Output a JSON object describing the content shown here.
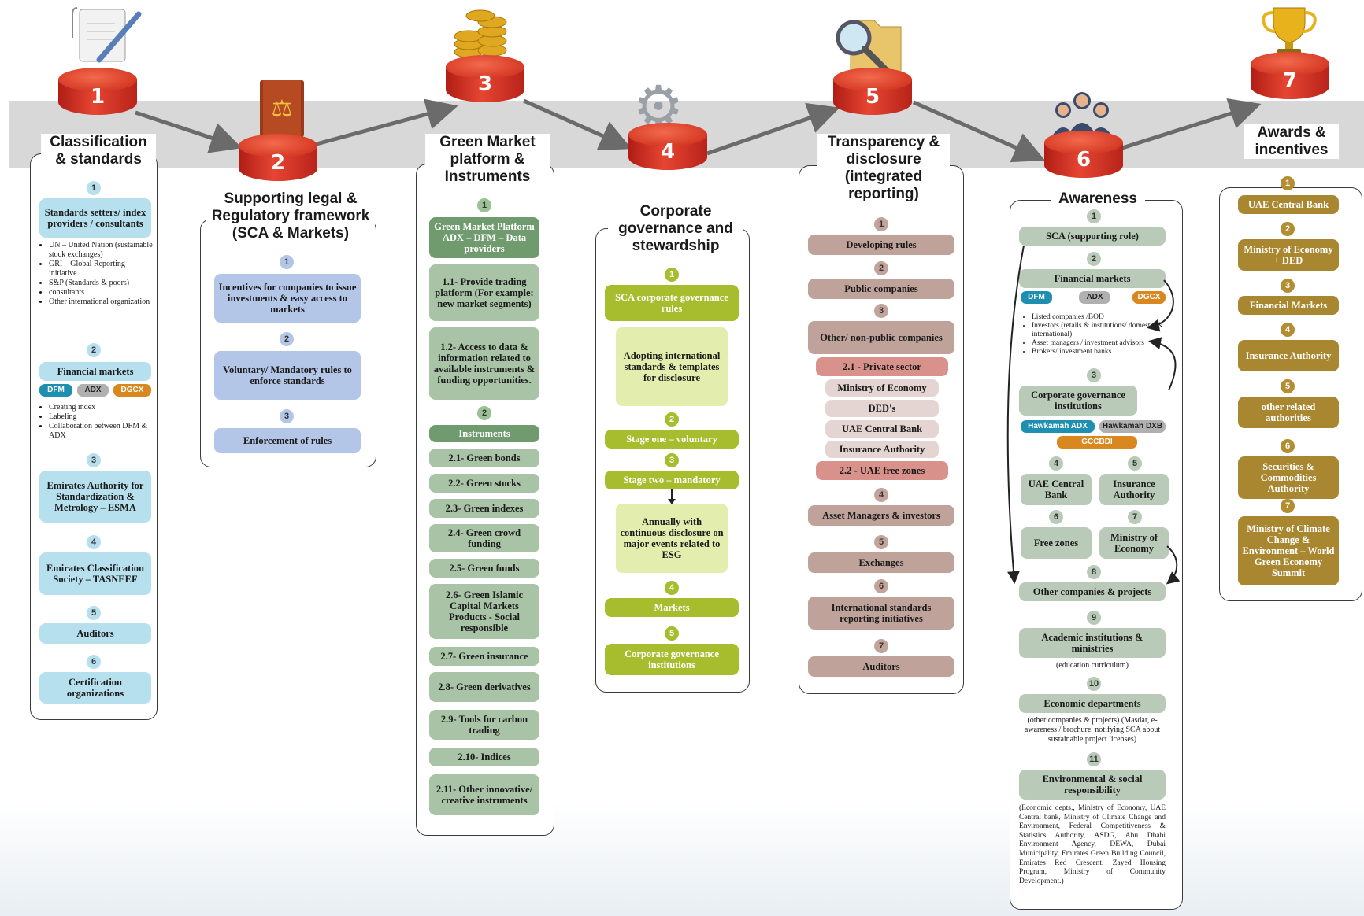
{
  "steps": [
    {
      "num": "1",
      "title": "Classification & standards",
      "icon": "document-pen-icon"
    },
    {
      "num": "2",
      "title": "Supporting legal & Regulatory framework (SCA & Markets)",
      "icon": "law-book-icon"
    },
    {
      "num": "3",
      "title": "Green Market platform & Instruments",
      "icon": "coins-icon"
    },
    {
      "num": "4",
      "title": "Corporate governance and stewardship",
      "icon": "gear-icon"
    },
    {
      "num": "5",
      "title": "Transparency & disclosure (integrated reporting)",
      "icon": "magnifier-folder-icon"
    },
    {
      "num": "6",
      "title": "Awareness",
      "icon": "people-icon"
    },
    {
      "num": "7",
      "title": "Awards & incentives",
      "icon": "trophy-icon"
    }
  ],
  "col1": {
    "items": [
      {
        "n": "1",
        "label": "Standards setters/ index providers / consultants"
      },
      {
        "n": "2",
        "label": "Financial markets"
      },
      {
        "n": "3",
        "label": "Emirates Authority for Standardization & Metrology – ESMA"
      },
      {
        "n": "4",
        "label": "Emirates Classification Society – TASNEEF"
      },
      {
        "n": "5",
        "label": "Auditors"
      },
      {
        "n": "6",
        "label": "Certification organizations"
      }
    ],
    "bullets1": [
      "UN – United Nation (sustainable stock exchanges)",
      "GRI – Global Reporting initiative",
      "S&P (Standards & poors)",
      "consultants",
      "Other international organization"
    ],
    "tags": [
      "DFM",
      "ADX",
      "DGCX"
    ],
    "bullets2": [
      "Creating index",
      "Labeling",
      "Collaboration between DFM & ADX"
    ]
  },
  "col2": {
    "items": [
      {
        "n": "1",
        "label": "Incentives for companies to issue investments & easy access to markets"
      },
      {
        "n": "2",
        "label": "Voluntary/ Mandatory rules to enforce standards"
      },
      {
        "n": "3",
        "label": "Enforcement of rules"
      }
    ]
  },
  "col3": {
    "n1": "1",
    "head1": "Green Market Platform ADX – DFM – Data providers",
    "sub1": [
      "1.1- Provide trading platform (For example: new market segments)",
      "1.2- Access to data & information related to available instruments & funding opportunities."
    ],
    "n2": "2",
    "head2": "Instruments",
    "sub2": [
      "2.1- Green bonds",
      "2.2- Green stocks",
      "2.3- Green indexes",
      "2.4- Green crowd funding",
      "2.5- Green funds",
      "2.6- Green Islamic Capital Markets Products - Social responsible",
      "2.7- Green insurance",
      "2.8- Green derivatives",
      "2.9- Tools for carbon trading",
      "2.10- Indices",
      "2.11- Other innovative/ creative instruments"
    ]
  },
  "col4": {
    "items": [
      {
        "n": "1",
        "label": "SCA corporate governance rules"
      },
      {
        "n": "",
        "label": "Adopting international standards & templates for disclosure"
      },
      {
        "n": "2",
        "label": "Stage one – voluntary"
      },
      {
        "n": "3",
        "label": "Stage two – mandatory"
      },
      {
        "n": "",
        "label": "Annually with continuous disclosure on major events related to ESG"
      },
      {
        "n": "4",
        "label": "Markets"
      },
      {
        "n": "5",
        "label": "Corporate governance institutions"
      }
    ]
  },
  "col5": {
    "items": [
      "Developing rules",
      "Public companies",
      "Other/ non-public companies",
      "2.1 - Private sector",
      "Ministry of Economy",
      "DED's",
      "UAE Central Bank",
      "Insurance Authority",
      "2.2 - UAE free zones",
      "Asset Managers & investors",
      "Exchanges",
      "International standards reporting initiatives",
      "Auditors"
    ],
    "nums": [
      "1",
      "2",
      "3",
      "4",
      "5",
      "6",
      "7"
    ]
  },
  "col6": {
    "nums": [
      "1",
      "2",
      "3",
      "4",
      "5",
      "6",
      "7",
      "8",
      "9",
      "10",
      "11"
    ],
    "sca": "SCA (supporting role)",
    "fin": "Financial markets",
    "tags": [
      "DFM",
      "ADX",
      "DGCX"
    ],
    "bullets": [
      "Listed companies /BOD",
      "Investors (retails & institutions/ domestic & international)",
      "Asset managers / investment advisors",
      "Brokers/ investment banks"
    ],
    "cg": "Corporate governance institutions",
    "tags2": [
      "Hawkamah ADX",
      "Hawkamah DXB",
      "GCCBDI"
    ],
    "cb": "UAE Central Bank",
    "ia": "Insurance Authority",
    "fz": "Free zones",
    "moe": "Ministry of Economy",
    "other": "Other companies & projects",
    "acad": "Academic institutions & ministries",
    "acad_note": "(education curriculum)",
    "econ": "Economic departments",
    "econ_note": "(other companies & projects) (Masdar, e-awareness / brochure, notifying SCA about sustainable project licenses)",
    "env": "Environmental & social responsibility",
    "env_note": "(Economic depts., Ministry of Economy, UAE Central bank, Ministry of Climate Change and Environment, Federal Competitiveness & Statistics Authority, ASDG, Abu Dhabi Environment Agency, DEWA, Dubai Municipality, Emirates Green Building Council, Emirates Red Crescent, Zayed Housing Program, Ministry of Community Development.)"
  },
  "col7": {
    "items": [
      {
        "n": "1",
        "label": "UAE Central Bank"
      },
      {
        "n": "2",
        "label": "Ministry of Economy + DED"
      },
      {
        "n": "3",
        "label": "Financial Markets"
      },
      {
        "n": "4",
        "label": "Insurance Authority"
      },
      {
        "n": "5",
        "label": "other related authorities"
      },
      {
        "n": "6",
        "label": "Securities & Commodities Authority"
      },
      {
        "n": "7",
        "label": "Ministry of Climate Change & Environment – World Green Economy Summit"
      }
    ]
  },
  "colors": {
    "pedestal": "#d63a25",
    "band": "#d8d8d8",
    "cyan": "#b7e0ee",
    "blue": "#b4c6e7",
    "green": "#a9c3a6",
    "lime": "#a7bd2e",
    "brown": "#bfa39a",
    "sage": "#b9cab9",
    "gold": "#a98731"
  }
}
